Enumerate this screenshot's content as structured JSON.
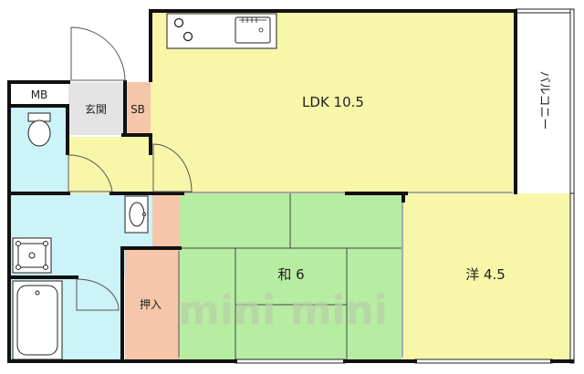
{
  "rooms": {
    "ldk": "LDK 10.5",
    "washitsu": "和 6",
    "yoshitsu": "洋 4.5",
    "genkan": "玄関",
    "sb": "SB",
    "mb": "MB",
    "oshiire": "押入",
    "balcony": "バルコニー"
  },
  "watermark": "mini mini",
  "colors": {
    "ldk": "#f7f6a9",
    "washitsu": "#b7eca3",
    "yoshitsu": "#f7f6a9",
    "wet_area": "#ccf3f8",
    "oshiire": "#f5c6a9",
    "genkan": "#e4e4e4",
    "sb": "#f5c6a9",
    "wall": "#111111"
  }
}
